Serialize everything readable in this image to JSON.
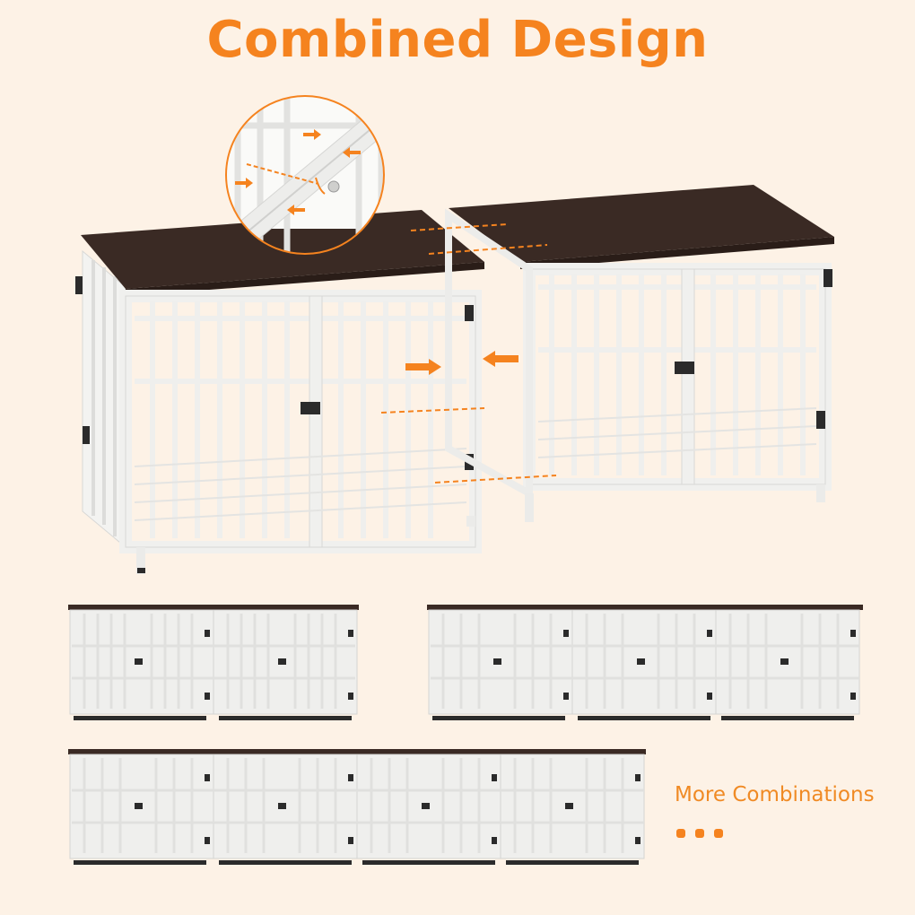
{
  "title": "Combined Design",
  "colors": {
    "background": "#fdf2e6",
    "accent_orange": "#f5831f",
    "tabletop_brown": "#3a2a24",
    "frame_white": "#f4f4f2",
    "hardware_black": "#2b2b2b"
  },
  "hero": {
    "description": "Two white dog crate end tables with dark brown tops being joined side by side with screws",
    "detail_inset": {
      "description": "Magnified circle showing screw connection between adjacent frames",
      "icons": [
        "arrow-icon",
        "arrow-icon",
        "arrow-icon",
        "arrow-icon",
        "rotate-arrow-icon",
        "screw-icon"
      ]
    },
    "left_crate": {
      "doors": 2,
      "latch": true
    },
    "right_crate": {
      "doors": 2,
      "latch": true
    }
  },
  "combinations": [
    {
      "id": "two-units",
      "units": 2
    },
    {
      "id": "three-units",
      "units": 3
    },
    {
      "id": "four-units",
      "units": 4
    }
  ],
  "caption": {
    "label": "More Combinations",
    "dots": 3
  }
}
